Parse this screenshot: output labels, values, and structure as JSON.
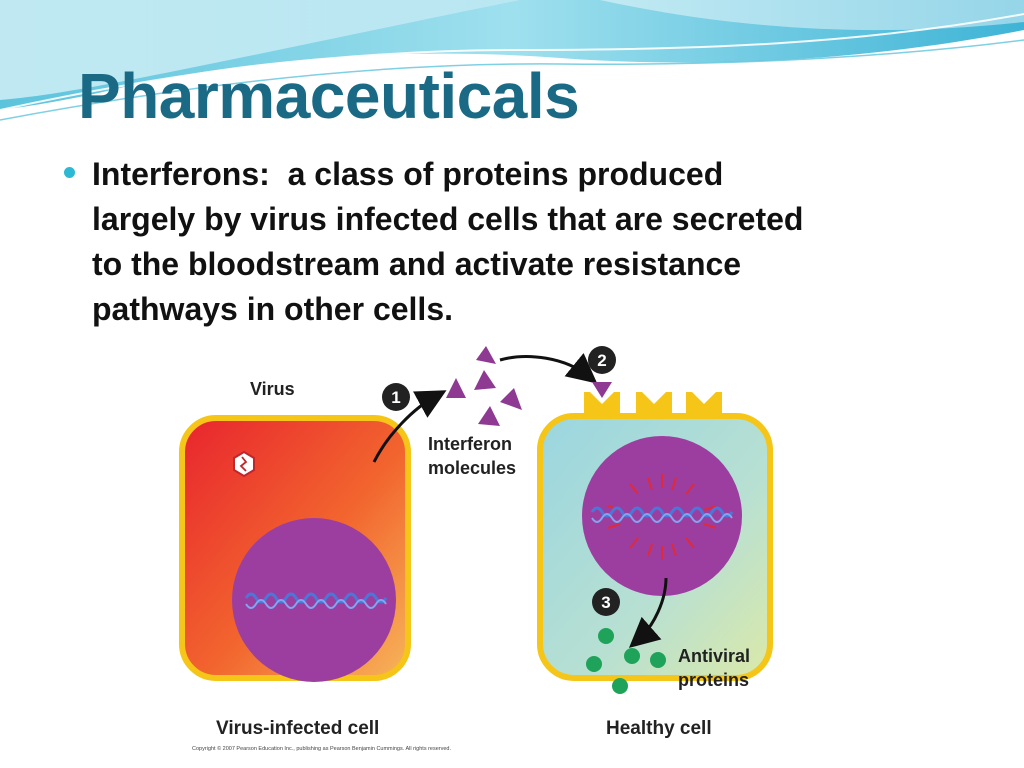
{
  "slide": {
    "title": "Pharmaceuticals",
    "bullet": "Interferons:  a class of proteins produced\nlargely by virus infected cells that are secreted\nto the bloodstream and activate resistance\npathways in other cells."
  },
  "figure": {
    "virus_label": "Virus",
    "step1": "1",
    "step2": "2",
    "step3": "3",
    "interferon_line1": "Interferon",
    "interferon_line2": "molecules",
    "antiviral_line1": "Antiviral",
    "antiviral_line2": "proteins",
    "infected_cell_label": "Virus-infected cell",
    "healthy_cell_label": "Healthy cell",
    "copyright": "Copyright © 2007 Pearson Education Inc., publishing as Pearson Benjamin Cummings. All rights reserved."
  },
  "colors": {
    "title": "#1a6a85",
    "bullet": "#2db9d4",
    "nucleus": "#9c3ea0",
    "interferon": "#8e3a93",
    "antiviral": "#1fa35a",
    "membrane": "#f5c518"
  }
}
